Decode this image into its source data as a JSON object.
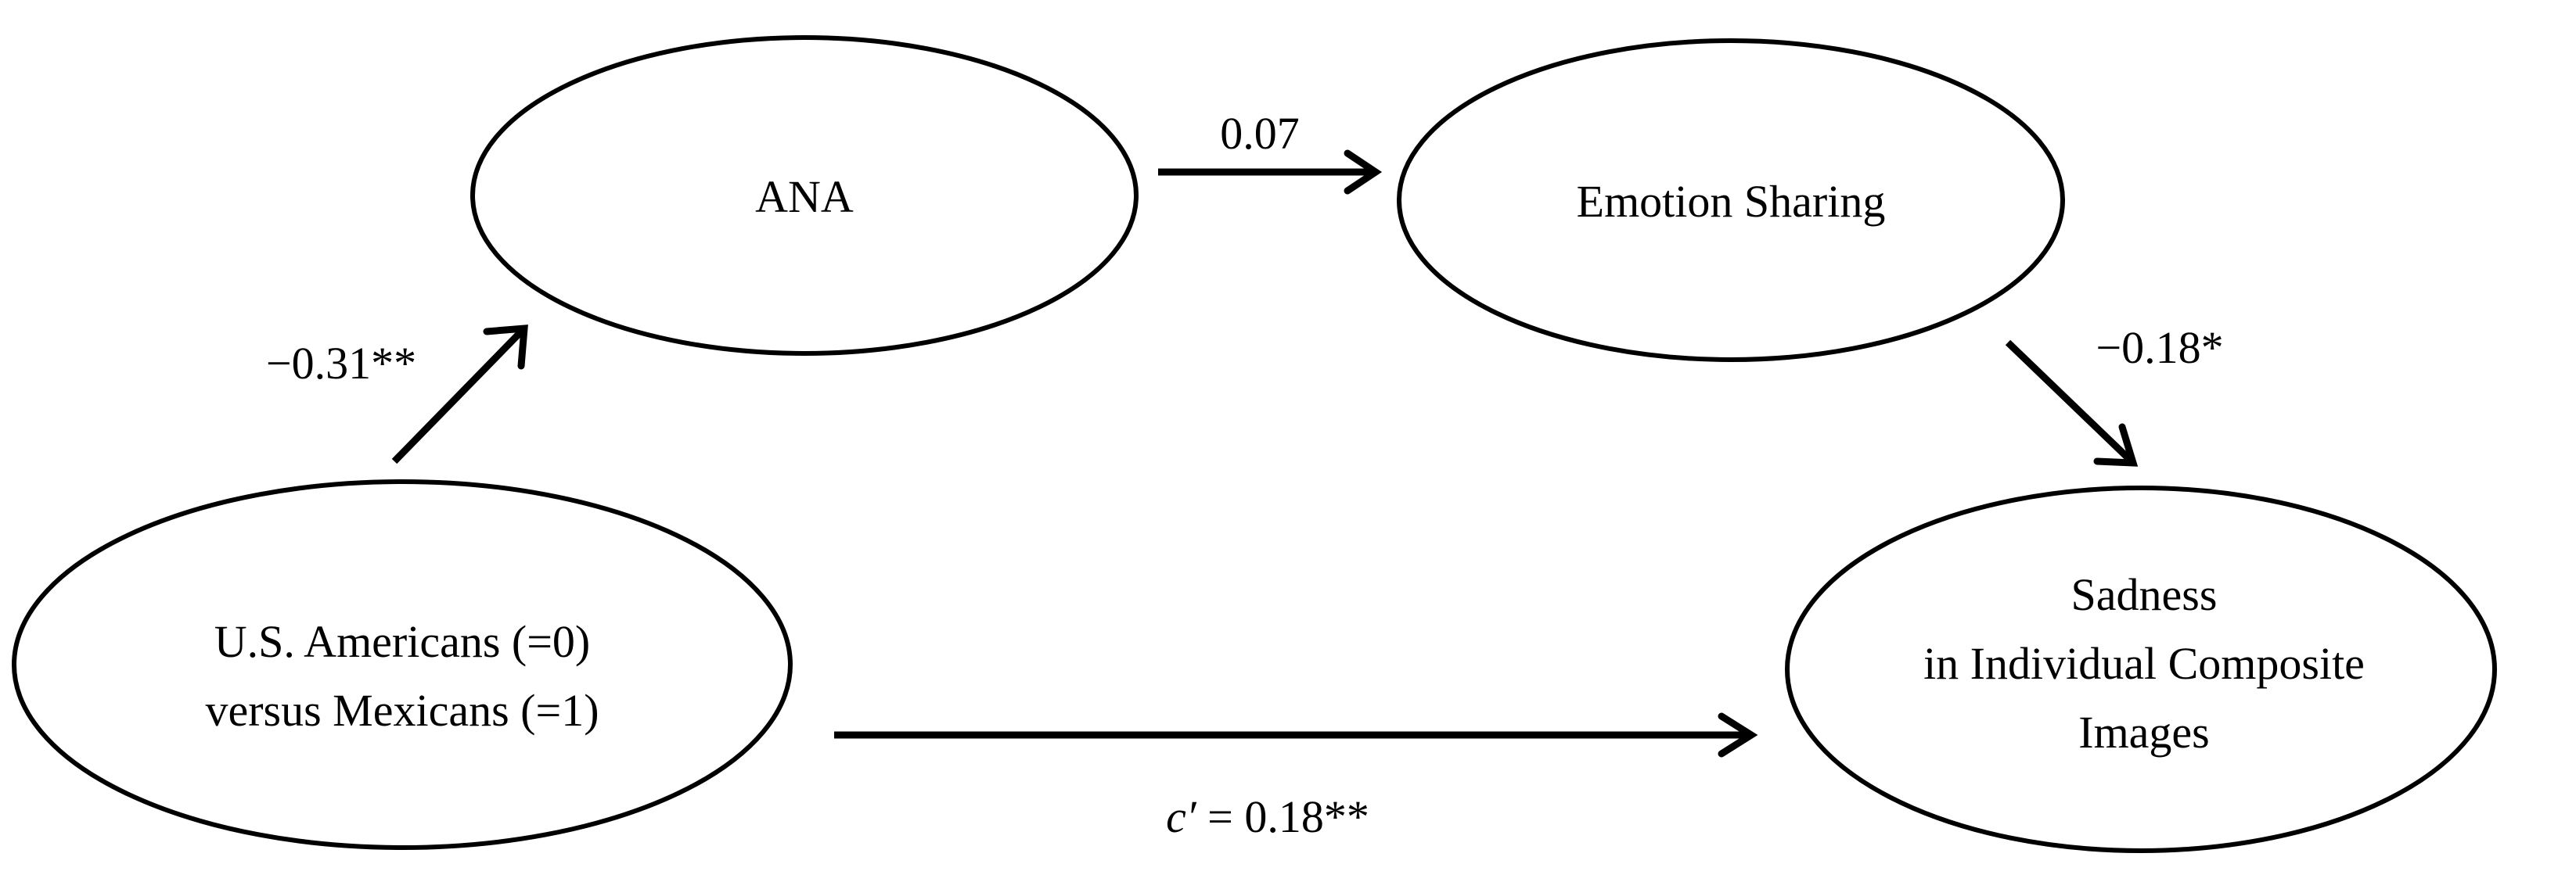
{
  "nodes": {
    "ana": {
      "label": "ANA"
    },
    "emotion_sharing": {
      "label": "Emotion Sharing"
    },
    "group": {
      "lines": [
        "U.S. Americans (=0)",
        "versus Mexicans (=1)"
      ]
    },
    "sadness": {
      "lines": [
        "Sadness",
        "in Individual Composite",
        "Images"
      ]
    }
  },
  "paths": {
    "group_to_ana": {
      "coefficient": "−0.31**"
    },
    "ana_to_emotion": {
      "coefficient": "0.07"
    },
    "emotion_to_sadness": {
      "coefficient": "−0.18*"
    },
    "direct": {
      "symbol": "c′",
      "value": " = 0.18**"
    }
  },
  "colors": {
    "stroke": "#000000",
    "background": "#ffffff"
  }
}
